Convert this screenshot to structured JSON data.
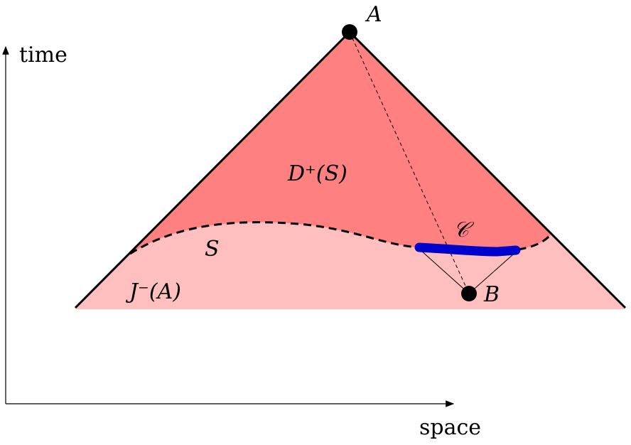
{
  "axes": {
    "time_label": "time",
    "space_label": "space"
  },
  "points": {
    "A": "A",
    "B": "B"
  },
  "regions": {
    "domain_of_dependence": "D⁺(S)",
    "causal_past": "J⁻(A)",
    "surface": "S",
    "curve": "𝒞"
  },
  "colors": {
    "dark_region": "#ff8080",
    "light_region": "#ffbfbf",
    "curve_color": "#0000cc"
  }
}
